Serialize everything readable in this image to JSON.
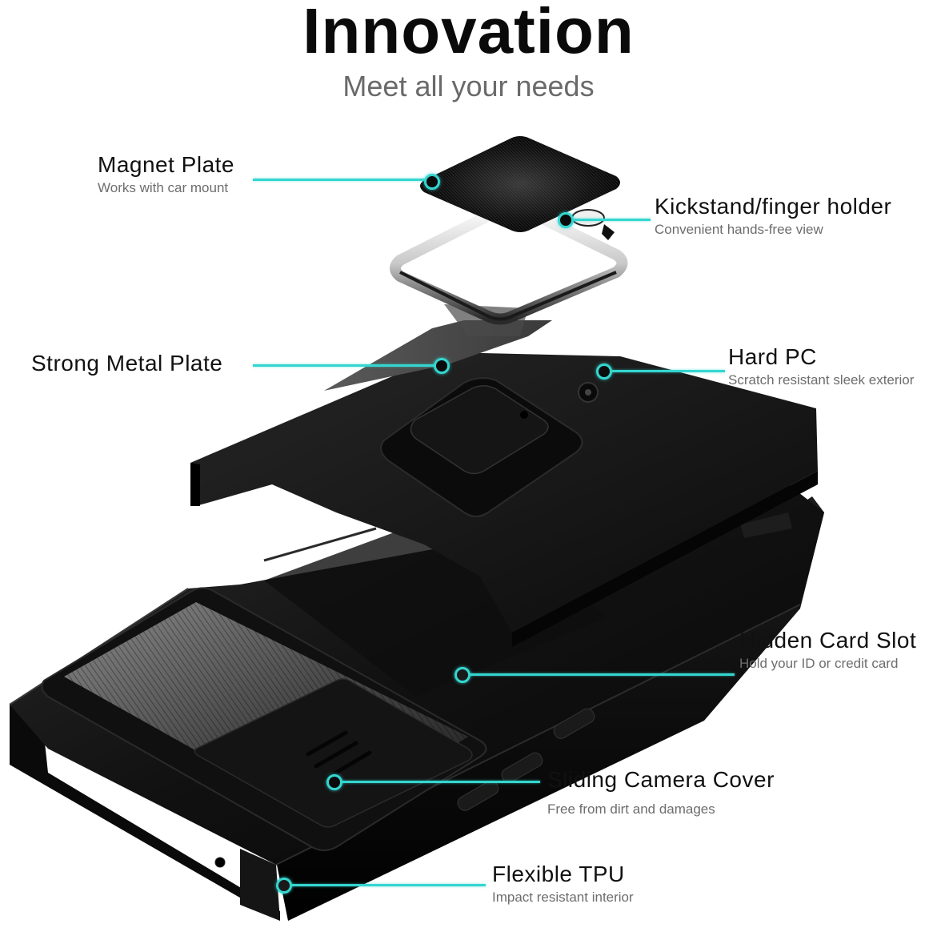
{
  "header": {
    "title": "Innovation",
    "subtitle": "Meet all your needs"
  },
  "accent_color": "#34d6cf",
  "callouts": [
    {
      "label": "Magnet Plate",
      "desc": "Works with car mount"
    },
    {
      "label": "Kickstand/finger holder",
      "desc": "Convenient hands-free view"
    },
    {
      "label": "Strong Metal Plate",
      "desc": ""
    },
    {
      "label": "Hard PC",
      "desc": "Scratch resistant sleek exterior"
    },
    {
      "label": "Hidden Card Slot",
      "desc": "Hold your ID or credit card"
    },
    {
      "label": "Sliding Camera Cover",
      "desc": "Free from dirt and damages"
    },
    {
      "label": "Flexible TPU",
      "desc": "Impact resistant interior"
    }
  ],
  "product_parts": [
    {
      "name": "magnet-plate",
      "icon": "magnet-plate-illustration"
    },
    {
      "name": "ring-kickstand",
      "icon": "ring-holder-illustration"
    },
    {
      "name": "metal-plate",
      "icon": "metal-plate-illustration"
    },
    {
      "name": "card-slider-shell",
      "icon": "hard-pc-shell-illustration"
    },
    {
      "name": "phone-case-body",
      "icon": "tpu-case-illustration"
    }
  ]
}
